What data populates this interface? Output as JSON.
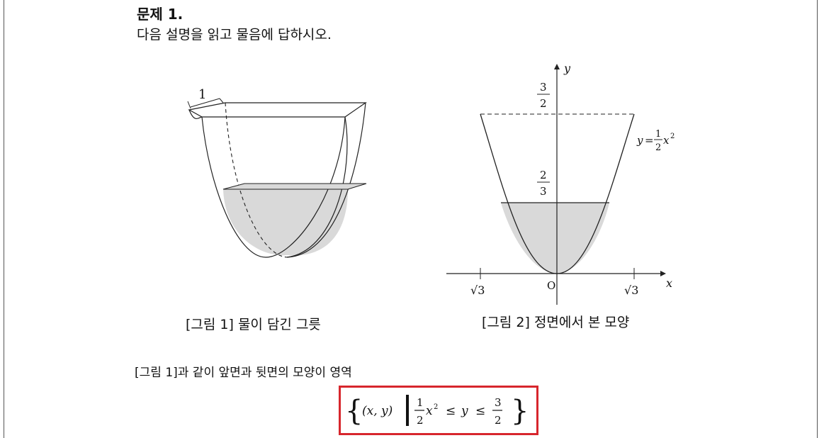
{
  "problem": {
    "title": "문제 1.",
    "intro": "다음 설명을 읽고 물음에 답하시오."
  },
  "figure1": {
    "width_label": "1",
    "caption": "[그림 1] 물이 담긴 그릇"
  },
  "figure2": {
    "y_axis_label": "y",
    "x_axis_label": "x",
    "origin_label": "O",
    "top_num": "3",
    "top_den": "2",
    "water_num": "2",
    "water_den": "3",
    "curve_y": "y",
    "curve_eq": "=",
    "curve_num": "1",
    "curve_den": "2",
    "curve_var": "x",
    "curve_exp": "2",
    "left_tick": "√3",
    "right_tick": "√3",
    "caption": "[그림 2] 정면에서 본 모양"
  },
  "body": {
    "line1": "[그림 1]과 같이 앞면과 뒷면의 모양이 영역"
  },
  "formula": {
    "pair": "(x, y)",
    "coef_num": "1",
    "coef_den": "2",
    "var": "x",
    "exp": "2",
    "le1": "≤",
    "y": "y",
    "le2": "≤",
    "bound_num": "3",
    "bound_den": "2"
  },
  "colors": {
    "highlight": "#d7262d",
    "water": "#d9d9d9"
  }
}
